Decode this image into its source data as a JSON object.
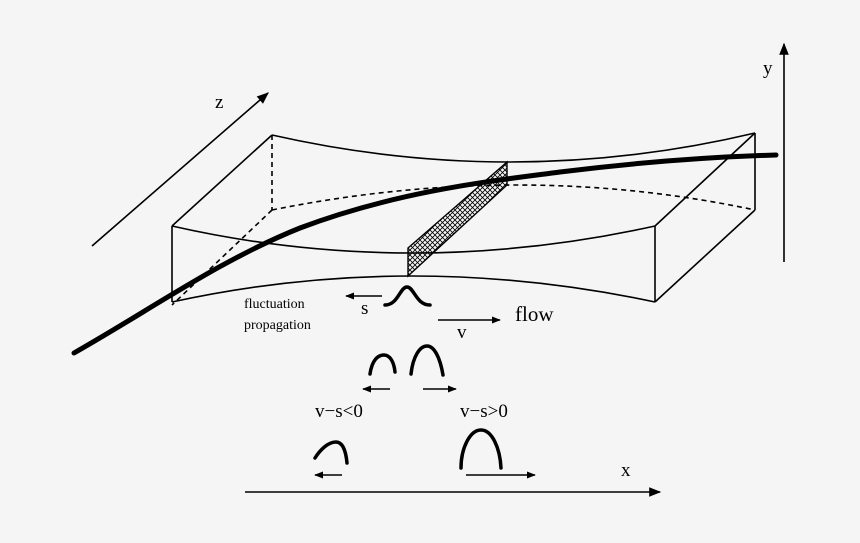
{
  "labels": {
    "axis_x": "x",
    "axis_y": "y",
    "axis_z": "z",
    "s": "s",
    "v": "v",
    "flow": "flow",
    "fluct_line1": "fluctuation",
    "fluct_line2": "propagation",
    "v_minus_s_neg": "v−s<0",
    "v_minus_s_pos": "v−s>0"
  },
  "colors": {
    "background": "#f5f5f5",
    "ink": "#000000"
  }
}
